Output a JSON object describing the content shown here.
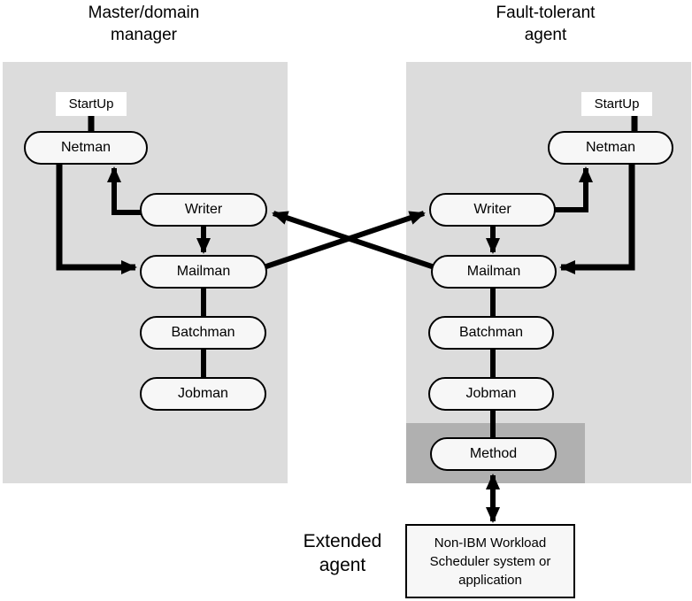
{
  "left_panel": {
    "title": "Master/domain\nmanager",
    "nodes": {
      "startup": "StartUp",
      "netman": "Netman",
      "writer": "Writer",
      "mailman": "Mailman",
      "batchman": "Batchman",
      "jobman": "Jobman"
    }
  },
  "right_panel": {
    "title": "Fault-tolerant\nagent",
    "nodes": {
      "startup": "StartUp",
      "netman": "Netman",
      "writer": "Writer",
      "mailman": "Mailman",
      "batchman": "Batchman",
      "jobman": "Jobman",
      "method": "Method"
    }
  },
  "extended_agent": {
    "label": "Extended\nagent",
    "external_system": "Non-IBM Workload\nScheduler system or\napplication"
  },
  "connections": [
    {
      "from": "left.startup",
      "to": "left.netman",
      "style": "line"
    },
    {
      "from": "left.netman",
      "to": "left.mailman",
      "style": "arrow"
    },
    {
      "from": "left.writer",
      "to": "left.netman",
      "style": "arrow"
    },
    {
      "from": "left.writer",
      "to": "left.mailman",
      "style": "arrow"
    },
    {
      "from": "left.mailman",
      "to": "left.batchman",
      "style": "line"
    },
    {
      "from": "left.batchman",
      "to": "left.jobman",
      "style": "line"
    },
    {
      "from": "left.mailman",
      "to": "right.writer",
      "style": "arrow"
    },
    {
      "from": "right.mailman",
      "to": "left.writer",
      "style": "arrow"
    },
    {
      "from": "right.startup",
      "to": "right.netman",
      "style": "line"
    },
    {
      "from": "right.netman",
      "to": "right.mailman",
      "style": "arrow"
    },
    {
      "from": "right.writer",
      "to": "right.netman",
      "style": "arrow"
    },
    {
      "from": "right.writer",
      "to": "right.mailman",
      "style": "arrow"
    },
    {
      "from": "right.mailman",
      "to": "right.batchman",
      "style": "line"
    },
    {
      "from": "right.batchman",
      "to": "right.jobman",
      "style": "line"
    },
    {
      "from": "right.jobman",
      "to": "right.method",
      "style": "line"
    },
    {
      "from": "right.method",
      "to": "external_system",
      "style": "double-arrow"
    }
  ],
  "colors": {
    "panel_background": "#dcdcdc",
    "method_band_background": "#b0b0b0",
    "node_fill": "#f7f7f7",
    "node_border": "#000000",
    "startup_fill": "#ffffff",
    "arrow": "#000000"
  }
}
